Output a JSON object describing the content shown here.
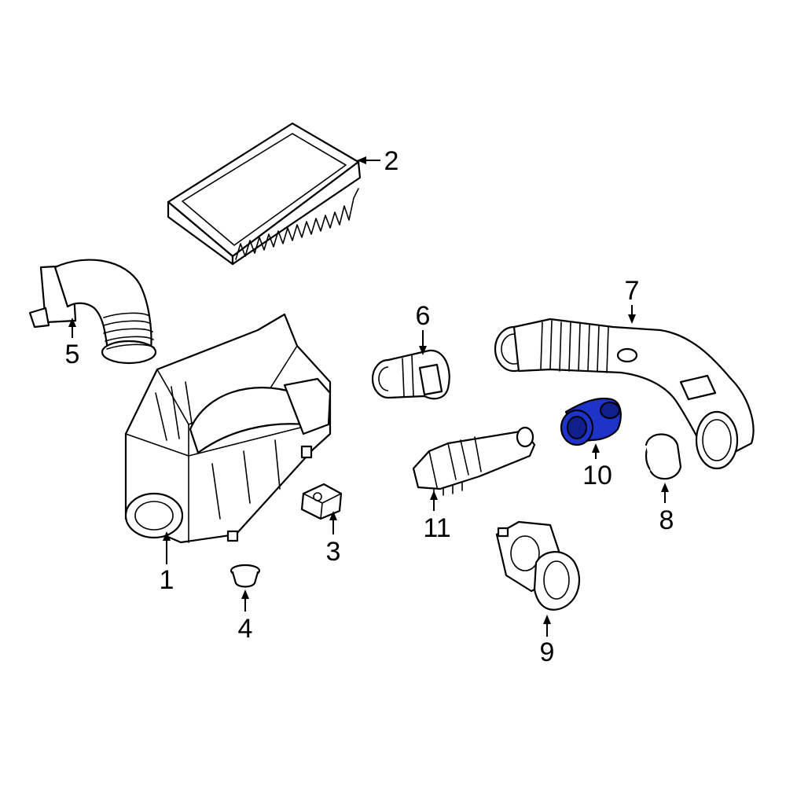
{
  "diagram": {
    "highlight_color": "#1e33c8",
    "callouts": [
      {
        "label": "1"
      },
      {
        "label": "2"
      },
      {
        "label": "3"
      },
      {
        "label": "4"
      },
      {
        "label": "5"
      },
      {
        "label": "6"
      },
      {
        "label": "7"
      },
      {
        "label": "8"
      },
      {
        "label": "9"
      },
      {
        "label": "10",
        "highlighted": true
      },
      {
        "label": "11"
      }
    ]
  }
}
